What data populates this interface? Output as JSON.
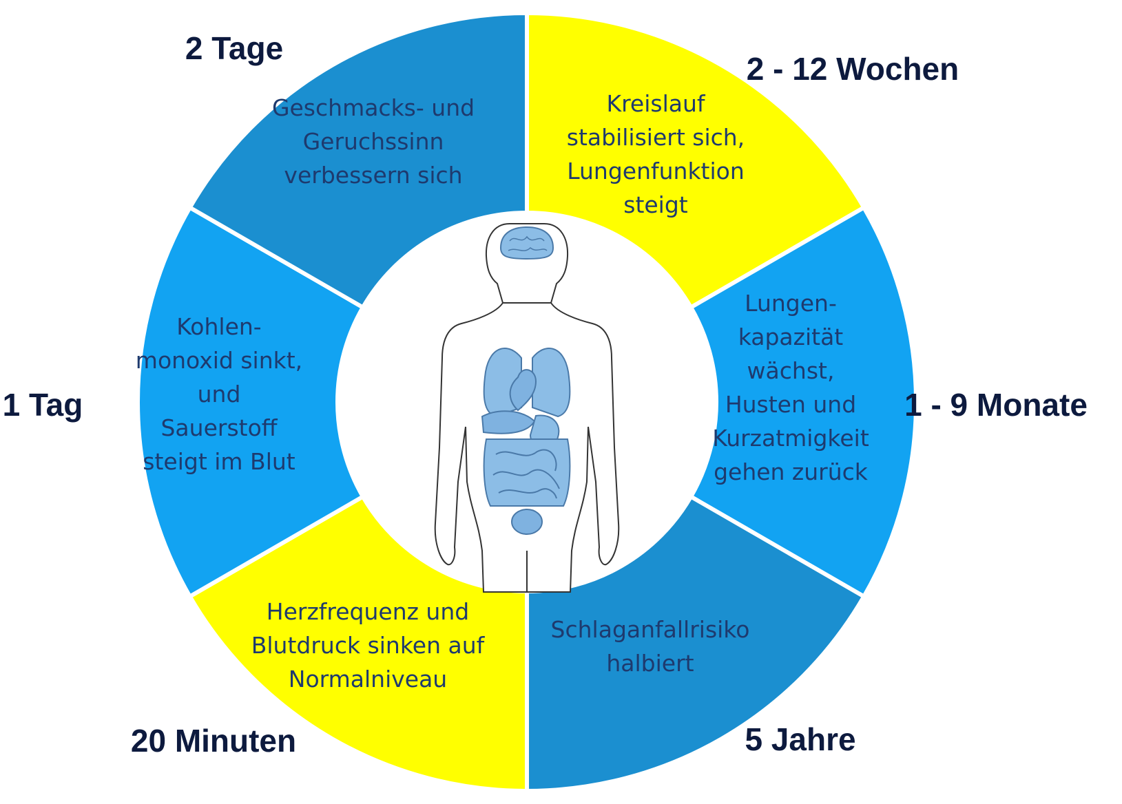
{
  "colors": {
    "dark_blue": "#1b8fd0",
    "light_blue": "#12a3f2",
    "yellow": "#ffff00",
    "segment_text": "#1e3a6e",
    "label_text": "#0d1a3e",
    "organ_fill": "#8cbde6",
    "outline": "#333333"
  },
  "center_icon": "human-body-organs-icon",
  "segments": [
    {
      "id": "2-12-wochen",
      "color": "yellow",
      "label": "2 - 12 Wochen",
      "text": [
        "Kreislauf",
        "stabilisiert sich,",
        "Lungenfunktion",
        "steigt"
      ]
    },
    {
      "id": "1-9-monate",
      "color": "light_blue",
      "label": "1 - 9 Monate",
      "text": [
        "Lungen-",
        "kapazität",
        "wächst,",
        "Husten und",
        "Kurzatmigkeit",
        "gehen zurück"
      ]
    },
    {
      "id": "5-jahre",
      "color": "dark_blue",
      "label": "5 Jahre",
      "text": [
        "Schlaganfallrisiko",
        "halbiert"
      ]
    },
    {
      "id": "20-minuten",
      "color": "yellow",
      "label": "20 Minuten",
      "text": [
        "Herzfrequenz und",
        "Blutdruck sinken auf",
        "Normalniveau"
      ]
    },
    {
      "id": "1-tag",
      "color": "light_blue",
      "label": "1 Tag",
      "text": [
        "Kohlen-",
        "monoxid sinkt,",
        "und",
        "Sauerstoff",
        "steigt im Blut"
      ]
    },
    {
      "id": "2-tage",
      "color": "dark_blue",
      "label": "2 Tage",
      "text": [
        "Geschmacks- und",
        "Geruchssinn",
        "verbessern sich"
      ]
    }
  ]
}
